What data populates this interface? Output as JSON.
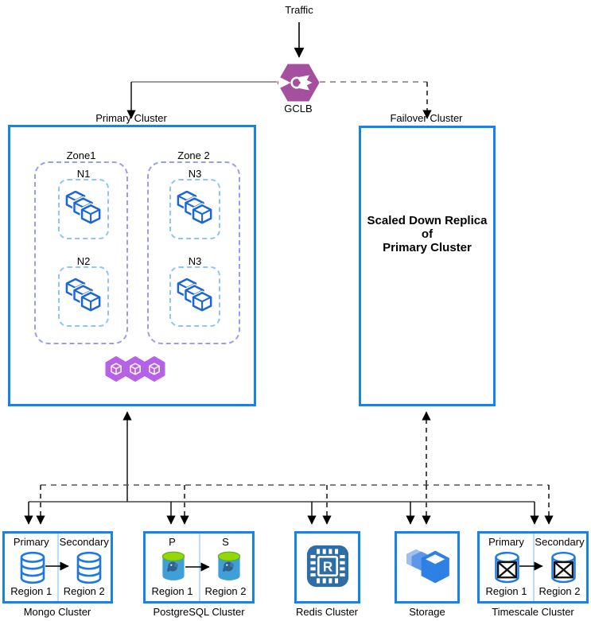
{
  "labels": {
    "traffic": "Traffic",
    "gclb": "GCLB",
    "primary_cluster": "Primary Cluster",
    "failover_cluster": "Failover Cluster"
  },
  "primary": {
    "zones": [
      {
        "label": "Zone1",
        "nodes": [
          "N1",
          "N2"
        ]
      },
      {
        "label": "Zone 2",
        "nodes": [
          "N3",
          "N3"
        ]
      }
    ]
  },
  "failover": {
    "line1": "Scaled Down Replica",
    "line2": "of",
    "line3": "Primary Cluster"
  },
  "mongo": {
    "caption": "Mongo Cluster",
    "left_role": "Primary",
    "right_role": "Secondary",
    "left_region": "Region 1",
    "right_region": "Region 2"
  },
  "postgres": {
    "caption": "PostgreSQL Cluster",
    "left_role": "P",
    "right_role": "S",
    "left_region": "Region 1",
    "right_region": "Region 2"
  },
  "redis": {
    "caption": "Redis Cluster",
    "icon_letter": "R"
  },
  "storage": {
    "caption": "Storage"
  },
  "timescale": {
    "caption": "Timescale Cluster",
    "left_role": "Primary",
    "right_role": "Secondary",
    "left_region": "Region 1",
    "right_region": "Region 2"
  },
  "colors": {
    "cluster_border": "#1583e8",
    "zone_border": "#9c9cf0",
    "node_border": "#8ec5f8",
    "pod_cube_blue": "#1b66d6",
    "k8s_pod_purple": "#b760e8",
    "gclb_purple": "#a4509e",
    "redis_blue": "#2e6da6",
    "storage_blue": "#2f80e5",
    "postgres_body": "#3f9fd8",
    "postgres_top_green": "#97d700",
    "db_stroke_blue": "#1d79e1",
    "divider_light_blue": "#b9ddf8",
    "wire_gray": "#7a7a7a",
    "wire_black": "#000000"
  }
}
